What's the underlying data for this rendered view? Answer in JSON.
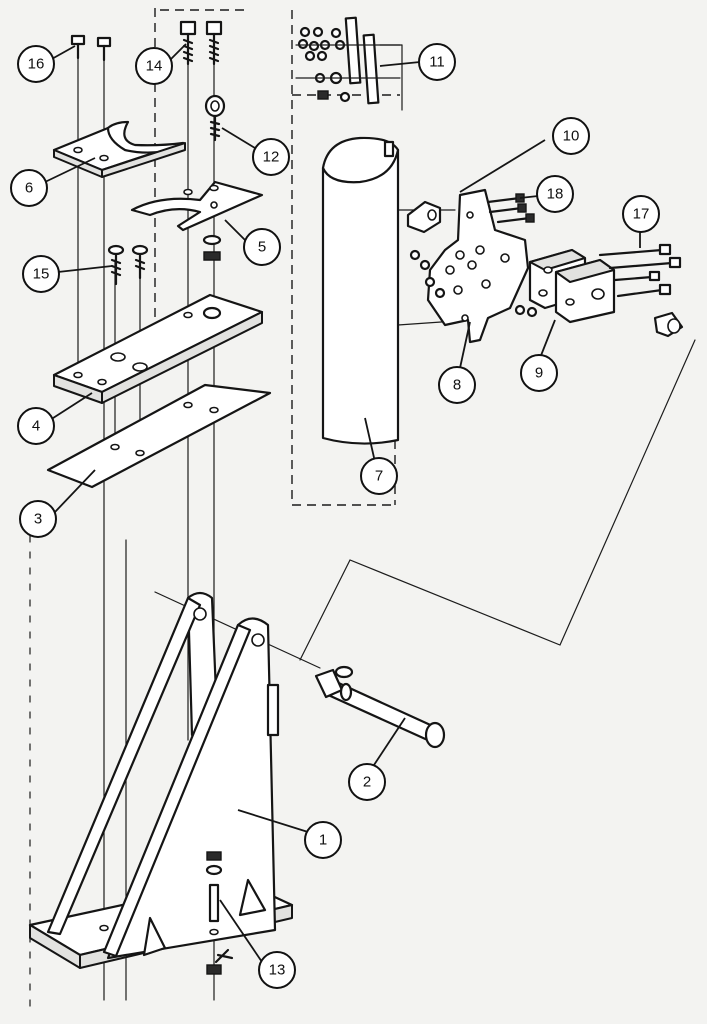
{
  "callouts": [
    {
      "id": "callout-1",
      "label": "1"
    },
    {
      "id": "callout-2",
      "label": "2"
    },
    {
      "id": "callout-3",
      "label": "3"
    },
    {
      "id": "callout-4",
      "label": "4"
    },
    {
      "id": "callout-5",
      "label": "5"
    },
    {
      "id": "callout-6",
      "label": "6"
    },
    {
      "id": "callout-7",
      "label": "7"
    },
    {
      "id": "callout-8",
      "label": "8"
    },
    {
      "id": "callout-9",
      "label": "9"
    },
    {
      "id": "callout-10",
      "label": "10"
    },
    {
      "id": "callout-11",
      "label": "11"
    },
    {
      "id": "callout-12",
      "label": "12"
    },
    {
      "id": "callout-13",
      "label": "13"
    },
    {
      "id": "callout-14",
      "label": "14"
    },
    {
      "id": "callout-15",
      "label": "15"
    },
    {
      "id": "callout-16",
      "label": "16"
    },
    {
      "id": "callout-17",
      "label": "17"
    },
    {
      "id": "callout-18",
      "label": "18"
    }
  ],
  "colors": {
    "ink": "#151515",
    "paper": "#f3f3f1"
  }
}
